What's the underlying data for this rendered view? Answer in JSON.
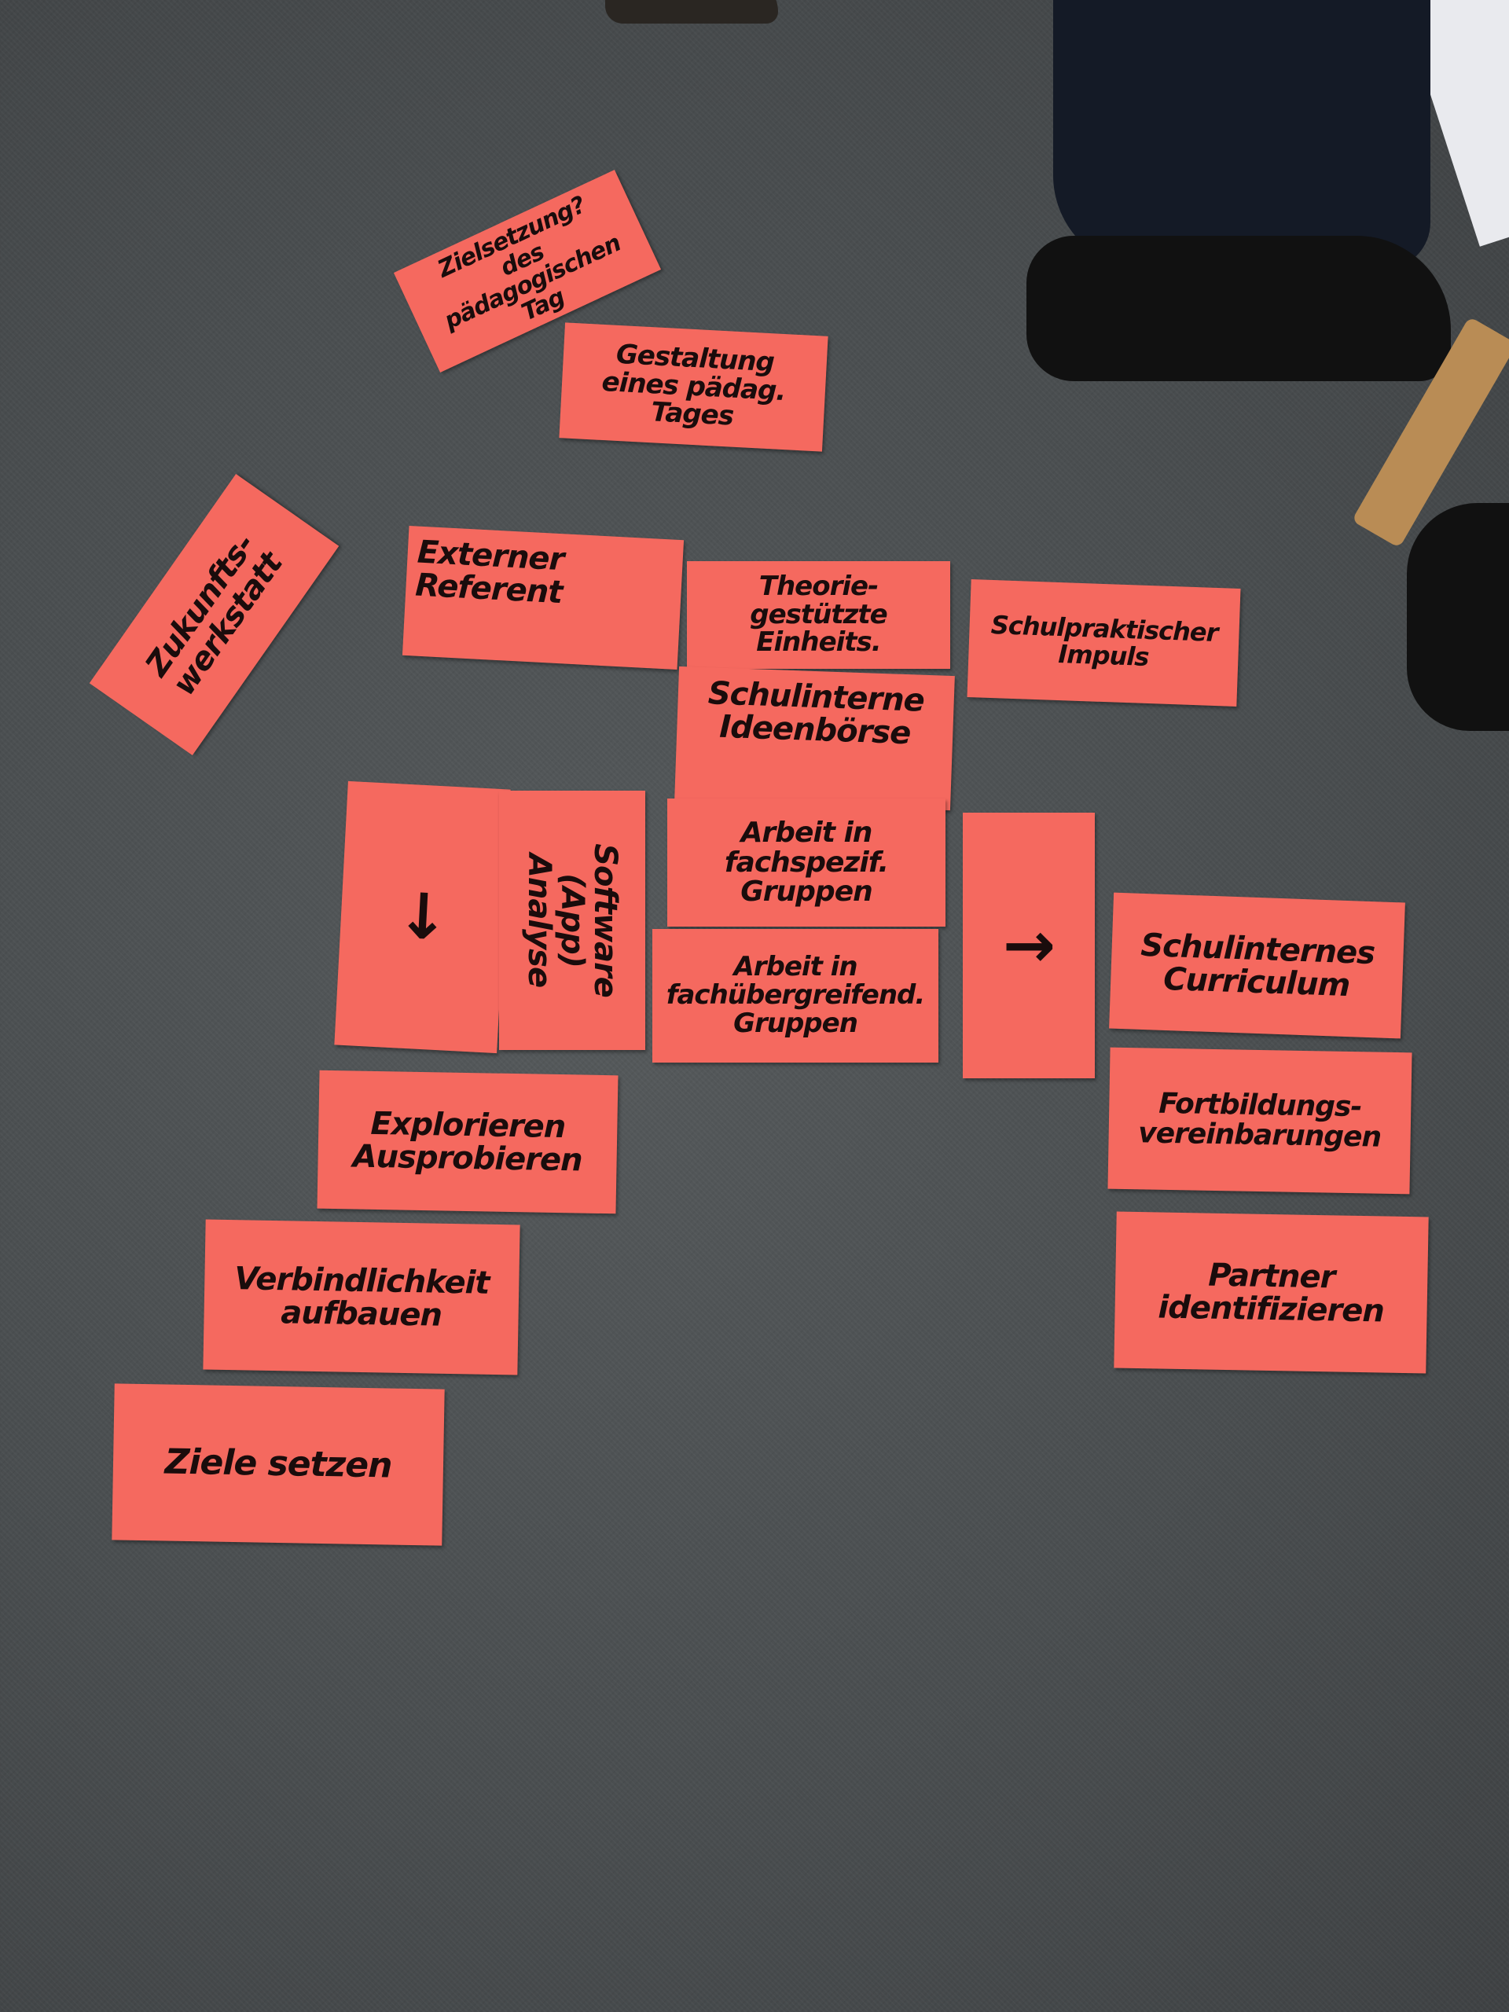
{
  "scene": {
    "carpet_color": "#4a4e50",
    "card_color": "#f5695f"
  },
  "cards": [
    {
      "text": "Zielsetzung?\ndes\npädagogischen Tag"
    },
    {
      "text": "Gestaltung\neines pädag.\nTages"
    },
    {
      "text": "Zukunfts-\nwerkstatt"
    },
    {
      "text": "Externer\nReferent"
    },
    {
      "text": "Theorie-\ngestützte\nEinheits."
    },
    {
      "text": "Schulpraktischer\nImpuls"
    },
    {
      "text": "Schulinterne\nIdeenbörse"
    },
    {
      "text": "↓"
    },
    {
      "text": "Software (App)\nAnalyse"
    },
    {
      "text": "Arbeit in\nfachspezif.\nGruppen"
    },
    {
      "text": "Arbeit in\nfachübergreifend.\nGruppen"
    },
    {
      "text": "→"
    },
    {
      "text": "Schulinternes\nCurriculum"
    },
    {
      "text": "Fortbildungs-\nvereinbarungen"
    },
    {
      "text": "Partner\nidentifizieren"
    },
    {
      "text": "Explorieren\nAusprobieren"
    },
    {
      "text": "Verbindlichkeit\naufbauen"
    },
    {
      "text": "Ziele setzen"
    }
  ]
}
